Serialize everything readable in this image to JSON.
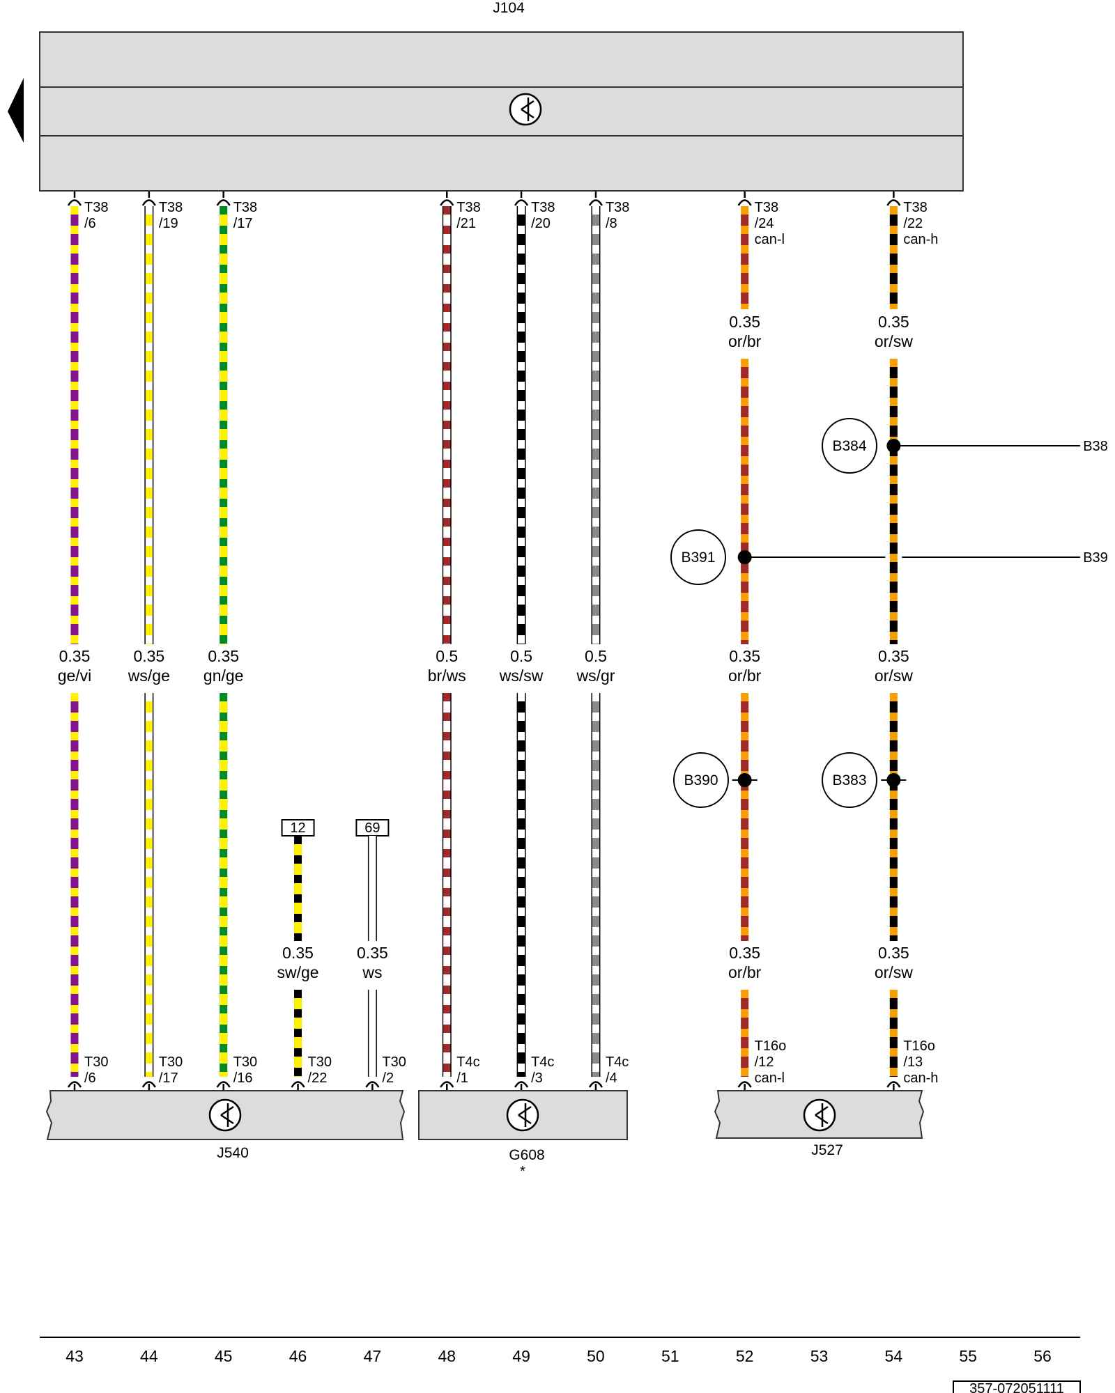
{
  "components": {
    "top": "J104",
    "bottom_left": "J540",
    "bottom_mid": "G608",
    "bottom_mid_note": "*",
    "bottom_right": "J527"
  },
  "colors": {
    "ge": "#fff200",
    "vi": "#84138e",
    "ws": "#ffffff",
    "gn": "#008a25",
    "br": "#a02a2a",
    "sw": "#000000",
    "gr": "#8a8a8a",
    "or": "#f5a000",
    "frame": "#dcdcdc"
  },
  "wires": [
    {
      "id": "43",
      "col": "43",
      "top_pin": [
        "T38",
        "/6"
      ],
      "labels": [
        {
          "g": "0.35",
          "c": "ge/vi"
        }
      ],
      "bottom_pin": [
        "T30",
        "/6"
      ],
      "colors": [
        "ge",
        "vi"
      ],
      "outlined": false
    },
    {
      "id": "44",
      "col": "44",
      "top_pin": [
        "T38",
        "/19"
      ],
      "labels": [
        {
          "g": "0.35",
          "c": "ws/ge"
        }
      ],
      "bottom_pin": [
        "T30",
        "/17"
      ],
      "colors": [
        "ws",
        "ge"
      ],
      "outlined": true
    },
    {
      "id": "45",
      "col": "45",
      "top_pin": [
        "T38",
        "/17"
      ],
      "labels": [
        {
          "g": "0.35",
          "c": "gn/ge"
        }
      ],
      "bottom_pin": [
        "T30",
        "/16"
      ],
      "colors": [
        "gn",
        "ge"
      ],
      "outlined": false
    },
    {
      "id": "46",
      "col": "46",
      "ref": "12",
      "labels": [
        {
          "g": "0.35",
          "c": "sw/ge"
        }
      ],
      "bottom_pin": [
        "T30",
        "/22"
      ],
      "colors": [
        "sw",
        "ge"
      ],
      "outlined": false
    },
    {
      "id": "47",
      "col": "47",
      "ref": "69",
      "labels": [
        {
          "g": "0.35",
          "c": "ws"
        }
      ],
      "bottom_pin": [
        "T30",
        "/2"
      ],
      "colors": [
        "ws"
      ],
      "outlined": true
    },
    {
      "id": "48",
      "col": "48",
      "top_pin": [
        "T38",
        "/21"
      ],
      "labels": [
        {
          "g": "0.5",
          "c": "br/ws"
        }
      ],
      "bottom_pin": [
        "T4c",
        "/1"
      ],
      "colors": [
        "br",
        "ws"
      ],
      "outlined": true
    },
    {
      "id": "49",
      "col": "49",
      "top_pin": [
        "T38",
        "/20"
      ],
      "labels": [
        {
          "g": "0.5",
          "c": "ws/sw"
        }
      ],
      "bottom_pin": [
        "T4c",
        "/3"
      ],
      "colors": [
        "ws",
        "sw"
      ],
      "outlined": true
    },
    {
      "id": "50",
      "col": "50",
      "top_pin": [
        "T38",
        "/8"
      ],
      "labels": [
        {
          "g": "0.5",
          "c": "ws/gr"
        }
      ],
      "bottom_pin": [
        "T4c",
        "/4"
      ],
      "colors": [
        "ws",
        "gr"
      ],
      "outlined": true
    },
    {
      "id": "52",
      "col": "52",
      "top_pin": [
        "T38",
        "/24",
        "can-l"
      ],
      "labels": [
        {
          "g": "0.35",
          "c": "or/br"
        },
        {
          "g": "0.35",
          "c": "or/br"
        },
        {
          "g": "0.35",
          "c": "or/br"
        }
      ],
      "bottom_pin": [
        "T16o",
        "/12",
        "can-l"
      ],
      "colors": [
        "or",
        "br"
      ],
      "outlined": false
    },
    {
      "id": "54",
      "col": "54",
      "top_pin": [
        "T38",
        "/22",
        "can-h"
      ],
      "labels": [
        {
          "g": "0.35",
          "c": "or/sw"
        },
        {
          "g": "0.35",
          "c": "or/sw"
        },
        {
          "g": "0.35",
          "c": "or/sw"
        }
      ],
      "bottom_pin": [
        "T16o",
        "/13",
        "can-h"
      ],
      "colors": [
        "or",
        "sw"
      ],
      "outlined": false
    }
  ],
  "splices": [
    {
      "label": "B384",
      "wire": "54",
      "branch": "B38"
    },
    {
      "label": "B391",
      "wire": "52",
      "branch": "B39"
    },
    {
      "label": "B390",
      "wire": "52"
    },
    {
      "label": "B383",
      "wire": "54"
    }
  ],
  "footer": {
    "columns": [
      "43",
      "44",
      "45",
      "46",
      "47",
      "48",
      "49",
      "50",
      "51",
      "52",
      "53",
      "54",
      "55",
      "56"
    ],
    "code": "357-072051111"
  }
}
